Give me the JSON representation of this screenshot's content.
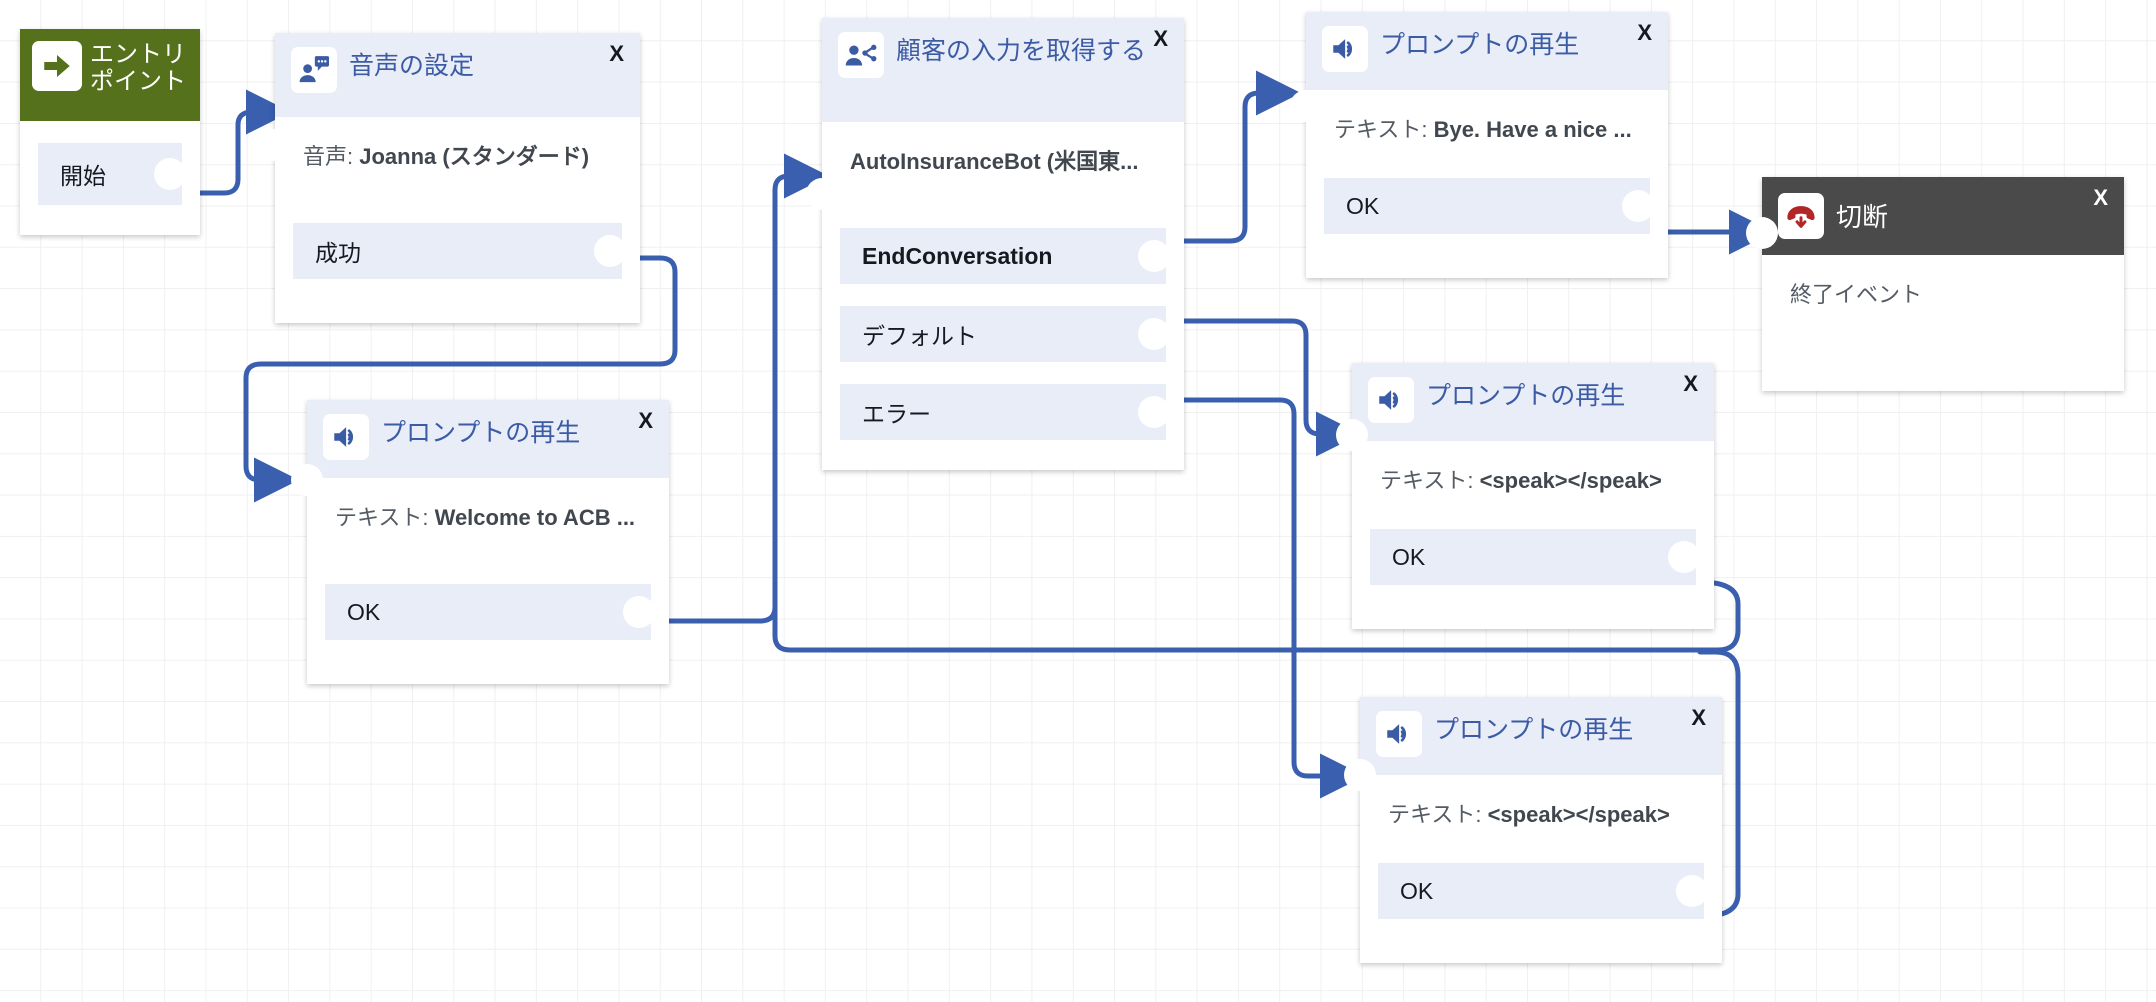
{
  "canvas": {
    "background": "#ffffff",
    "grid_color": "#f0f0f0",
    "wire_color": "#3a5fae"
  },
  "close_label": "X",
  "nodes": {
    "entry_point": {
      "name": "entry-point",
      "title": "エントリポイント",
      "icon": "arrow-right-icon",
      "header_color": "#55711c",
      "branches": [
        {
          "label": "開始"
        }
      ]
    },
    "set_voice": {
      "name": "set-voice",
      "title": "音声の設定",
      "icon": "person-speech-bubble-icon",
      "subtitle_prefix": "音声: ",
      "subtitle_value": "Joanna (スタンダード)",
      "branches": [
        {
          "label": "成功"
        }
      ]
    },
    "play_prompt_welcome": {
      "name": "play-prompt-welcome",
      "title": "プロンプトの再生",
      "icon": "speaker-icon",
      "subtitle_prefix": "テキスト: ",
      "subtitle_value": "Welcome to ACB ...",
      "branches": [
        {
          "label": "OK"
        }
      ]
    },
    "get_customer_input": {
      "name": "get-customer-input",
      "title": "顧客の入力を取得する",
      "icon": "person-branch-icon",
      "subtitle_value": "AutoInsuranceBot (米国東...",
      "branches": [
        {
          "label": "EndConversation",
          "bold": true
        },
        {
          "label": "デフォルト",
          "bold": false
        },
        {
          "label": "エラー",
          "bold": false
        }
      ]
    },
    "play_prompt_bye": {
      "name": "play-prompt-bye",
      "title": "プロンプトの再生",
      "icon": "speaker-icon",
      "subtitle_prefix": "テキスト: ",
      "subtitle_value": "Bye. Have a nice ...",
      "branches": [
        {
          "label": "OK"
        }
      ]
    },
    "play_prompt_speak_1": {
      "name": "play-prompt-speak-default",
      "title": "プロンプトの再生",
      "icon": "speaker-icon",
      "subtitle_prefix": "テキスト: ",
      "subtitle_value": "<speak></speak>",
      "branches": [
        {
          "label": "OK"
        }
      ]
    },
    "play_prompt_speak_2": {
      "name": "play-prompt-speak-error",
      "title": "プロンプトの再生",
      "icon": "speaker-icon",
      "subtitle_prefix": "テキスト: ",
      "subtitle_value": "<speak></speak>",
      "branches": [
        {
          "label": "OK"
        }
      ]
    },
    "disconnect": {
      "name": "disconnect",
      "title": "切断",
      "icon": "hang-up-phone-icon",
      "header_color": "#4a4a4a",
      "subtitle_value": "終了イベント",
      "branches": []
    }
  }
}
